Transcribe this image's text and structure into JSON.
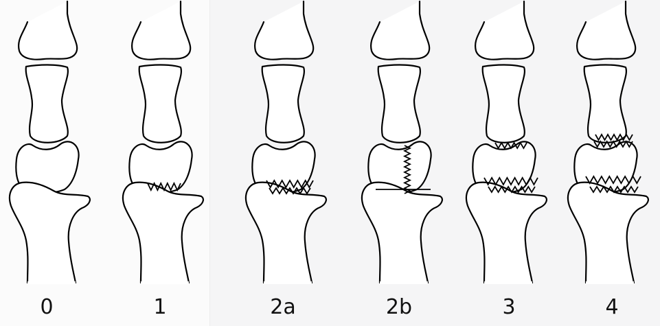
{
  "stages": [
    {
      "label": "0",
      "erosion": "none"
    },
    {
      "label": "1",
      "erosion": "middle-bottom"
    },
    {
      "label": "2a",
      "erosion": "bottom-joint"
    },
    {
      "label": "2b",
      "erosion": "vertical-split"
    },
    {
      "label": "3",
      "erosion": "middle-top-and-bottom-joint"
    },
    {
      "label": "4",
      "erosion": "top-middle-and-bottom-joints"
    }
  ],
  "colors": {
    "ink": "#000000",
    "paper": "#ffffff"
  }
}
